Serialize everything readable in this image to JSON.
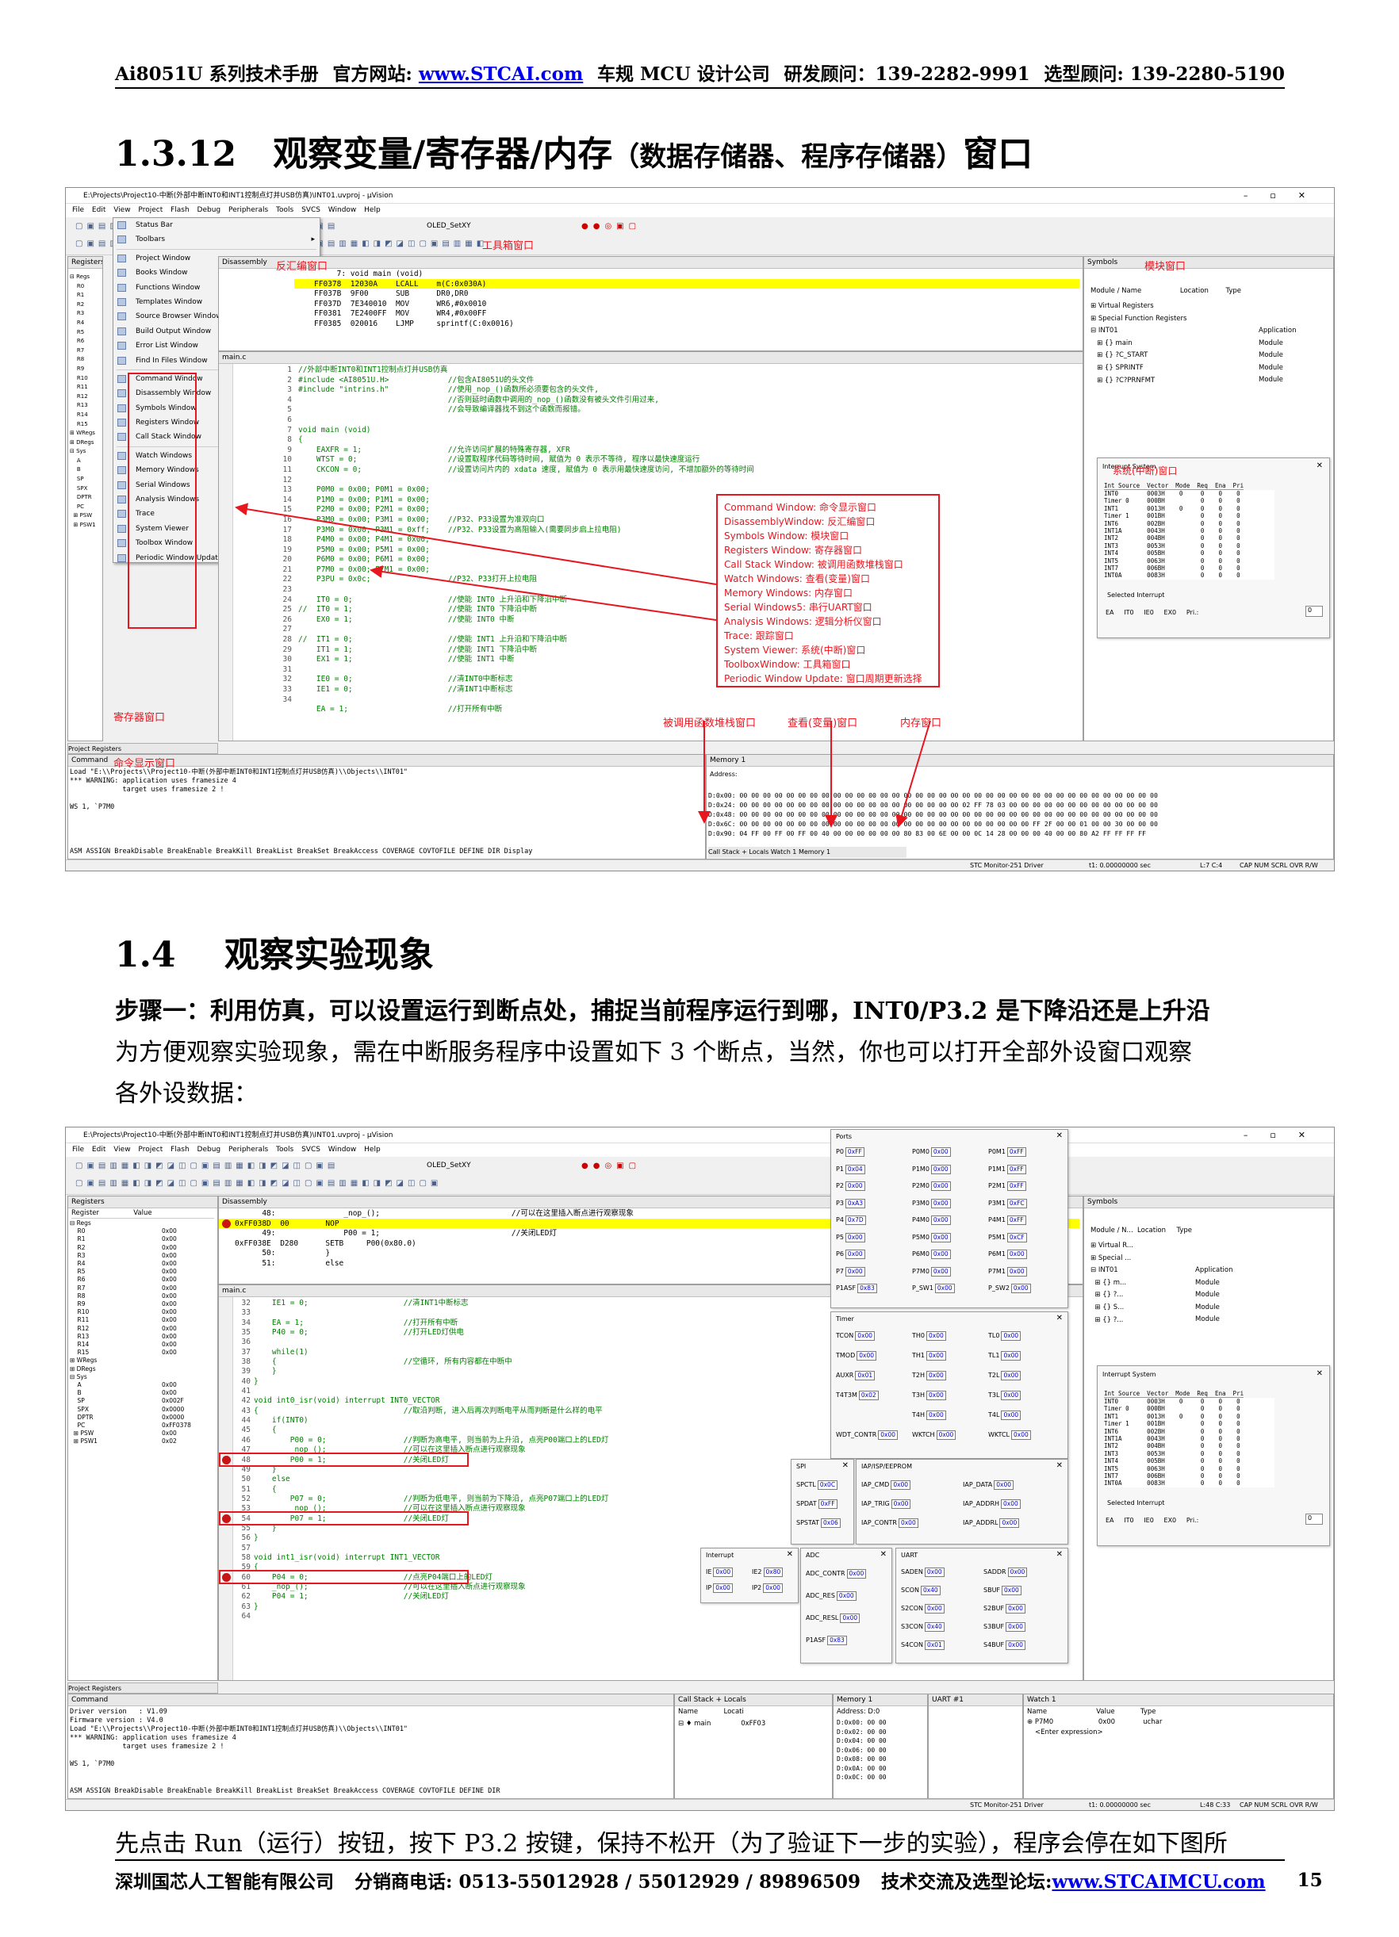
{
  "header": {
    "title": "Ai8051U 系列技术手册",
    "site_label": "官方网站: ",
    "site_url": "www.STCAI.com",
    "company": "车规 MCU 设计公司",
    "rd": "研发顾问：139-2282-9991",
    "sel": "选型顾问: 139-2280-5190"
  },
  "section1": {
    "num": "1.3.12",
    "title": "观察变量/寄存器/内存",
    "sub": "（数据存储器、程序存储器）",
    "tail": "窗口"
  },
  "section2": {
    "num": "1.4",
    "title": "观察实验现象"
  },
  "para1": {
    "bold": "步骤一：利用仿真，可以设置运行到断点处，捕捉当前程序运行到哪，INT0/P3.2 是下降沿还是上升沿",
    "line2": "为方便观察实验现象，需在中断服务程序中设置如下 3 个断点，当然，你也可以打开全部外设窗口观察",
    "line3": "各外设数据："
  },
  "para2": "先点击 Run（运行）按钮，按下 P3.2 按键，保持不松开（为了验证下一步的实验），程序会停在如下图所",
  "footer": {
    "company": "深圳国芯人工智能有限公司",
    "dist": "分销商电话: 0513-55012928 / 55012929 / 89896509",
    "forum_label": "技术交流及选型论坛:",
    "forum_url": "www.STCAIMCU.com",
    "page": "15"
  },
  "ide1": {
    "title": "E:\\Projects\\Project10-中断(外部中断INT0和INT1控制点灯并USB仿真)\\INT01.uvproj - µVision",
    "menus": "File  Edit  View  Project  Flash  Debug  Peripherals  Tools  SVCS  Window  Help",
    "toolbar_target": "OLED_SetXY",
    "view_menu": [
      "Status Bar",
      "Toolbars",
      "Project Window",
      "Books Window",
      "Functions Window",
      "Templates Window",
      "Source Browser Window",
      "Build Output Window",
      "Error List Window",
      "Find In Files Window",
      "Command Window",
      "Disassembly Window",
      "Symbols Window",
      "Registers Window",
      "Call Stack Window",
      "Watch Windows",
      "Memory Windows",
      "Serial Windows",
      "Analysis Windows",
      "Trace",
      "System Viewer",
      "Toolbox Window",
      "Periodic Window Update"
    ],
    "registers_tab": "Registers",
    "reg_col": "Register",
    "reg_tree": "⊟ Regs\n    R0\n    R1\n    R2\n    R3\n    R4\n    R5\n    R6\n    R7\n    R8\n    R9\n    R10\n    R11\n    R12\n    R13\n    R14\n    R15\n⊞ WRegs\n⊞ DRegs\n⊟ Sys\n    A\n    B\n    SP\n    SPX\n    DPTR\n    PC\n  ⊞ PSW\n  ⊞ PSW1",
    "bottom_tabs": "Project  Registers",
    "disasm_head": "Disassembly",
    "disasm": "     7: void main (void)\nFF0378  12030A    LCALL    m(C:0x030A)\nFF037B  9F00      SUB      DR0,DR0\nFF037D  7E340010  MOV      WR6,#0x0010\nFF0381  7E2400FF  MOV      WR4,#0x00FF\nFF0385  020016    LJMP     sprintf(C:0x0016)",
    "editor_tab": "main.c",
    "line_nums": "1\n2\n3\n4\n5\n6\n7\n8\n9\n10\n11\n12\n13\n14\n15\n16\n17\n18\n19\n20\n21\n22\n23\n24\n25\n26\n27\n28\n29\n30\n31\n32\n33\n34",
    "code": "//外部中断INT0和INT1控制点灯并USB仿真\n#include <AI8051U.H>             //包含AI8051U的头文件\n#include \"intrins.h\"             //使用_nop_()函数所必须要包含的头文件,\n                                 //否则延时函数中调用的_nop_()函数没有被头文件引用过来,\n                                 //会导致编译器找不到这个函数而报错。\n\nvoid main (void)\n{\n    EAXFR = 1;                   //允许访问扩展的特殊寄存器, XFR\n    WTST = 0;                    //设置取程序代码等待时间, 赋值为 0 表示不等待, 程序以最快速度运行\n    CKCON = 0;                   //设置访问片内的 xdata 速度, 赋值为 0 表示用最快速度访问, 不增加额外的等待时间\n\n    P0M0 = 0x00; P0M1 = 0x00;\n    P1M0 = 0x00; P1M1 = 0x00;\n    P2M0 = 0x00; P2M1 = 0x00;\n    P3M0 = 0x00; P3M1 = 0x00;    //P32、P33设置为准双向口\n    P3M0 = 0x00; P3M1 = 0xff;    //P32、P33设置为高阻输入(需要同步启上拉电阻)\n    P4M0 = 0x00; P4M1 = 0x00;\n    P5M0 = 0x00; P5M1 = 0x00;\n    P6M0 = 0x00; P6M1 = 0x00;\n    P7M0 = 0x00; P7M1 = 0x00;\n    P3PU = 0x0c;                 //P32、P33打开上拉电阻\n\n    IT0 = 0;                     //使能 INT0 上升沿和下降沿中断\n//  IT0 = 1;                     //使能 INT0 下降沿中断\n    EX0 = 1;                     //使能 INT0 中断\n\n//  IT1 = 0;                     //使能 INT1 上升沿和下降沿中断\n    IT1 = 1;                     //使能 INT1 下降沿中断\n    EX1 = 1;                     //使能 INT1 中断\n\n    IE0 = 0;                     //清INT0中断标志\n    IE1 = 0;                     //清INT1中断标志\n\n    EA = 1;                      //打开所有中断",
    "symbols_head": "Symbols",
    "symbols_cols": "Module / Name                  Location        Type",
    "symbols_tree": "⊞ Virtual Registers\n⊞ Special Function Registers\n⊟ INT01\n   ⊞ {} main\n   ⊞ {} ?C_START\n   ⊞ {} SPRINTF\n   ⊞ {} ?C?PRNFMT",
    "symbols_types": "Application\nModule\nModule\nModule\nModule",
    "int_title": "Interrupt System",
    "int_cols": "Int Source  Vector  Mode  Req  Ena  Pri",
    "int_rows": "INT0        0003H    0     0    0    0\nTimer 0     000BH          0    0    0\nINT1        0013H    0     0    0    0\nTimer 1     001BH          0    0    0\nINT6        002BH          0    0    0\nINT1A       0043H          0    0    0\nINT2        004BH          0    0    0\nINT3        0053H          0    0    0\nINT4        005BH          0    0    0\nINT5        0063H          0    0    0\nINT7        006BH          0    0    0\nINT0A       0083H          0    0    0",
    "int_selected": "Selected Interrupt",
    "int_checks": "EA     IT0     IE0     EX0     Pri.:",
    "int_pri": "0",
    "cmd_head": "Command",
    "cmd_text": "Load \"E:\\\\Projects\\\\Project10-中断(外部中断INT0和INT1控制点灯并USB仿真)\\\\Objects\\\\INT01\"\n*** WARNING: application uses framesize 4\n             target uses framesize 2 !\n\nWS 1, `P7M0",
    "cmd_bar": "ASM ASSIGN BreakDisable BreakEnable BreakKill BreakList BreakSet BreakAccess COVERAGE COVTOFILE DEFINE DIR Display",
    "mem_head": "Memory 1",
    "mem_addr": "Address:",
    "mem_rows": "D:0x00: 00 00 00 00 00 00 00 00 00 00 00 00 00 00 00 00 00 00 00 00 00 00 00 00 00 00 00 00 00 00 00 00 00 00 00 00\nD:0x24: 00 00 00 00 00 00 00 00 00 00 00 00 00 00 00 00 00 00 00 02 FF 78 03 00 00 00 00 00 00 00 00 00 00 00 00 00\nD:0x48: 00 00 00 00 00 00 00 00 00 00 00 00 00 00 00 00 00 00 00 00 00 00 00 00 00 00 00 00 00 00 00 00 00 00 00 00\nD:0x6C: 00 00 00 00 00 00 00 00 00 00 00 00 00 00 00 00 00 00 00 00 00 00 00 00 00 FF 2F 00 00 01 00 00 30 00 00 00\nD:0x90: 04 FF 00 FF 00 FF 00 40 00 00 00 00 00 00 80 83 00 6E 00 00 0C 14 28 00 00 00 40 00 00 80 A2 FF FF FF FF",
    "mem_tabs": "Call Stack + Locals   Watch 1   Memory 1",
    "status_driver": "STC Monitor-251 Driver",
    "status_t1": "t1: 0.00000000 sec",
    "status_pos": "L:7 C:4",
    "status_caps": "CAP  NUM  SCRL  OVR  R/W"
  },
  "annotations1": {
    "disasm": "反汇编窗口",
    "toolbox": "工具箱窗口",
    "symbols": "模块窗口",
    "system": "系统(中断)窗口",
    "registers": "寄存器窗口",
    "command": "命令显示窗口",
    "callstack": "被调用函数堆栈窗口",
    "watch": "查看(变量)窗口",
    "memory": "内存窗口",
    "legend": [
      "Command Window:  命令显示窗口",
      "DisassemblyWindow: 反汇编窗口",
      "Symbols Window:    模块窗口",
      "Registers Window:   寄存器窗口",
      "Call Stack Window:  被调用函数堆栈窗口",
      "Watch Windows:   查看(变量)窗口",
      "Memory Windows:    内存窗口",
      "Serial Windows5:   串行UART窗口",
      "Analysis Windows:   逻辑分析仪窗口",
      "Trace:     跟踪窗口",
      "System Viewer:    系统(中断)窗口",
      "ToolboxWindow:    工具箱窗口",
      "Periodic Window Update: 窗口周期更新选择"
    ]
  },
  "ide2": {
    "title": "E:\\Projects\\Project10-中断(外部中断INT0和INT1控制点灯并USB仿真)\\INT01.uvproj - µVision",
    "menus": "File  Edit  View  Project  Flash  Debug  Peripherals  Tools  SVCS  Window  Help",
    "toolbar_target": "OLED_SetXY",
    "reg_tab": "Registers",
    "reg_cols": "Register                Value",
    "reg_names": "⊟ Regs\n    R0\n    R1\n    R2\n    R3\n    R4\n    R5\n    R6\n    R7\n    R8\n    R9\n    R10\n    R11\n    R12\n    R13\n    R14\n    R15\n⊞ WRegs\n⊞ DRegs\n⊟ Sys\n    A\n    B\n    SP\n    SPX\n    DPTR\n    PC\n  ⊞ PSW\n  ⊞ PSW1",
    "reg_vals": "\n0x00\n0x00\n0x00\n0x00\n0x00\n0x00\n0x00\n0x00\n0x00\n0x00\n0x00\n0x00\n0x00\n0x00\n0x00\n0x00\n\n\n\n0x00\n0x00\n0x002F\n0x0000\n0x0000\n0xFF0378\n0x00\n0x02",
    "bottom_tabs": "Project  Registers",
    "disasm_head": "Disassembly",
    "disasm": "      48:               _nop_();                             //可以在这里插入断点进行观察现象\n0xFF038D  00        NOP\n      49:               P00 = 1;                             //关闭LED灯\n0xFF038E  D280      SETB     P00(0x80.0)\n      50:           }\n      51:           else",
    "editor_tab": "main.c",
    "line_nums": "32\n33\n34\n35\n36\n37\n38\n39\n40\n41\n42\n43\n44\n45\n46\n47\n48\n49\n50\n51\n52\n53\n54\n55\n56\n57\n58\n59\n60\n61\n62\n63\n64",
    "code": "    IE1 = 0;                     //清INT1中断标志\n\n    EA = 1;                      //打开所有中断\n    P40 = 0;                     //打开LED灯供电\n\n    while(1)\n    {                            //空循环, 所有内容都在中断中\n    }\n}\n\nvoid int0_isr(void) interrupt INT0_VECTOR\n{                                //取沿判断, 进入后再次判断电平从而判断是什么样的电平\n    if(INT0)\n    {\n        P00 = 0;                 //判断为高电平, 则当前为上升沿, 点亮P00端口上的LED灯\n        _nop_();                 //可以在这里插入断点进行观察现象\n        P00 = 1;                 //关闭LED灯\n    }\n    else\n    {\n        P07 = 0;                 //判断为低电平, 则当前为下降沿, 点亮P07端口上的LED灯\n        _nop_();                 //可以在这里插入断点进行观察现象\n        P07 = 1;                 //关闭LED灯\n    }\n}\n\nvoid int1_isr(void) interrupt INT1_VECTOR\n{\n    P04 = 0;                     //点亮P04端口上的LED灯\n    _nop_();                     //可以在这里插入断点进行观察现象\n    P04 = 1;                     //关闭LED灯\n}",
    "symbols_head": "Symbols",
    "symbols_cols": "Module / N...  Location     Type",
    "symbols_tree": "⊞ Virtual R...\n⊞ Special ...\n⊟ INT01\n  ⊞ {} m...\n  ⊞ {} ?...\n  ⊞ {} S...\n  ⊞ {} ?...",
    "symbols_types": "Application\nModule\nModule\nModule\nModule",
    "int_title": "Interrupt System",
    "int_cols": "Int Source  Vector  Mode  Req  Ena  Pri",
    "int_rows": "INT0        0003H    0     0    0    0\nTimer 0     000BH          0    0    0\nINT1        0013H    0     0    0    0\nTimer 1     001BH          0    0    0\nINT6        002BH          0    0    0\nINT1A       0043H          0    0    0\nINT2        004BH          0    0    0\nINT3        0053H          0    0    0\nINT4        005BH          0    0    0\nINT5        0063H          0    0    0\nINT7        006BH          0    0    0\nINT0A       0083H          0    0    0",
    "int_selected": "Selected Interrupt",
    "int_checks": "EA     IT0     IE0     EX0     Pri.:",
    "int_pri": "0",
    "ports_title": "Ports",
    "ports": [
      [
        "P0",
        "0xFF",
        "P0M0",
        "0x00",
        "P0M1",
        "0xFF"
      ],
      [
        "P1",
        "0x04",
        "P1M0",
        "0x00",
        "P1M1",
        "0xFF"
      ],
      [
        "P2",
        "0x00",
        "P2M0",
        "0x00",
        "P2M1",
        "0xFF"
      ],
      [
        "P3",
        "0xA3",
        "P3M0",
        "0x00",
        "P3M1",
        "0xFC"
      ],
      [
        "P4",
        "0x7D",
        "P4M0",
        "0x00",
        "P4M1",
        "0xFF"
      ],
      [
        "P5",
        "0x00",
        "P5M0",
        "0x00",
        "P5M1",
        "0xCF"
      ],
      [
        "P6",
        "0x00",
        "P6M0",
        "0x00",
        "P6M1",
        "0x00"
      ],
      [
        "P7",
        "0x00",
        "P7M0",
        "0x00",
        "P7M1",
        "0x00"
      ],
      [
        "P1ASF",
        "0x83",
        "P_SW1",
        "0x00",
        "P_SW2",
        "0x00"
      ]
    ],
    "timer_title": "Timer",
    "timer": [
      [
        "TCON",
        "0x00",
        "TH0",
        "0x00",
        "TL0",
        "0x00"
      ],
      [
        "TMOD",
        "0x00",
        "TH1",
        "0x00",
        "TL1",
        "0x00"
      ],
      [
        "AUXR",
        "0x01",
        "T2H",
        "0x00",
        "T2L",
        "0x00"
      ],
      [
        "T4T3M",
        "0x02",
        "T3H",
        "0x00",
        "T3L",
        "0x00"
      ],
      [
        "",
        "",
        "T4H",
        "0x00",
        "T4L",
        "0x00"
      ],
      [
        "WDT_CONTR",
        "0x00",
        "WKTCH",
        "0x00",
        "WKTCL",
        "0x00"
      ]
    ],
    "spi_title": "SPI",
    "spi": [
      [
        "SPCTL",
        "0x0C"
      ],
      [
        "SPDAT",
        "0xFF"
      ],
      [
        "SPSTAT",
        "0x06"
      ]
    ],
    "iap_title": "IAP/ISP/EEPROM",
    "iap": [
      [
        "IAP_CMD",
        "0x00",
        "IAP_DATA",
        "0x00"
      ],
      [
        "IAP_TRIG",
        "0x00",
        "IAP_ADDRH",
        "0x00"
      ],
      [
        "IAP_CONTR",
        "0x00",
        "IAP_ADDRL",
        "0x00"
      ]
    ],
    "intr_title": "Interrupt",
    "intr": [
      [
        "IE",
        "0x00",
        "IE2",
        "0x80"
      ],
      [
        "IP",
        "0x00",
        "IP2",
        "0x00"
      ]
    ],
    "adc_title": "ADC",
    "adc": [
      [
        "ADC_CONTR",
        "0x00"
      ],
      [
        "ADC_RES",
        "0x00"
      ],
      [
        "ADC_RESL",
        "0x00"
      ],
      [
        "P1ASF",
        "0x83"
      ]
    ],
    "uart_title": "UART",
    "uart": [
      [
        "SADEN",
        "0x00",
        "SADDR",
        "0x00"
      ],
      [
        "SCON",
        "0x40",
        "SBUF",
        "0x00"
      ],
      [
        "S2CON",
        "0x00",
        "S2BUF",
        "0x00"
      ],
      [
        "S3CON",
        "0x40",
        "S3BUF",
        "0x00"
      ],
      [
        "S4CON",
        "0x01",
        "S4BUF",
        "0x00"
      ]
    ],
    "cmd_head": "Command",
    "cmd_text": "Driver version   : V1.09\nFirmware version : V4.0\nLoad \"E:\\\\Projects\\\\Project10-中断(外部中断INT0和INT1控制点灯并USB仿真)\\\\Objects\\\\INT01\"\n*** WARNING: application uses framesize 4\n             target uses framesize 2 !\n\nWS 1, `P7M0",
    "cmd_bar": "ASM ASSIGN BreakDisable BreakEnable BreakKill BreakList BreakSet BreakAccess COVERAGE COVTOFILE DEFINE DIR",
    "cs_head": "Call Stack + Locals",
    "cs_cols": "Name            Locati",
    "cs_row": "⊟ ♦ main              0xFF03",
    "mem_head": "Memory 1",
    "mem_addr": "Address: D:0",
    "mem_rows": "D:0x00: 00 00\nD:0x02: 00 00\nD:0x04: 00 00\nD:0x06: 00 00\nD:0x08: 00 00\nD:0x0A: 00 00\nD:0x0C: 00 00",
    "uart1_head": "UART #1",
    "watch_head": "Watch 1",
    "watch_cols": "Name                       Value            Type",
    "watch_row": "⊕ P7M0                     0x00             uchar",
    "watch_enter": "<Enter expression>",
    "status_driver": "STC Monitor-251 Driver",
    "status_t1": "t1: 0.00000000 sec",
    "status_pos": "L:48 C:33",
    "status_caps": "CAP  NUM  SCRL  OVR  R/W"
  },
  "colors": {
    "accent_red": "#e8161f",
    "highlight": "#ffff00",
    "link": "#0000ee",
    "comment": "#008000"
  }
}
